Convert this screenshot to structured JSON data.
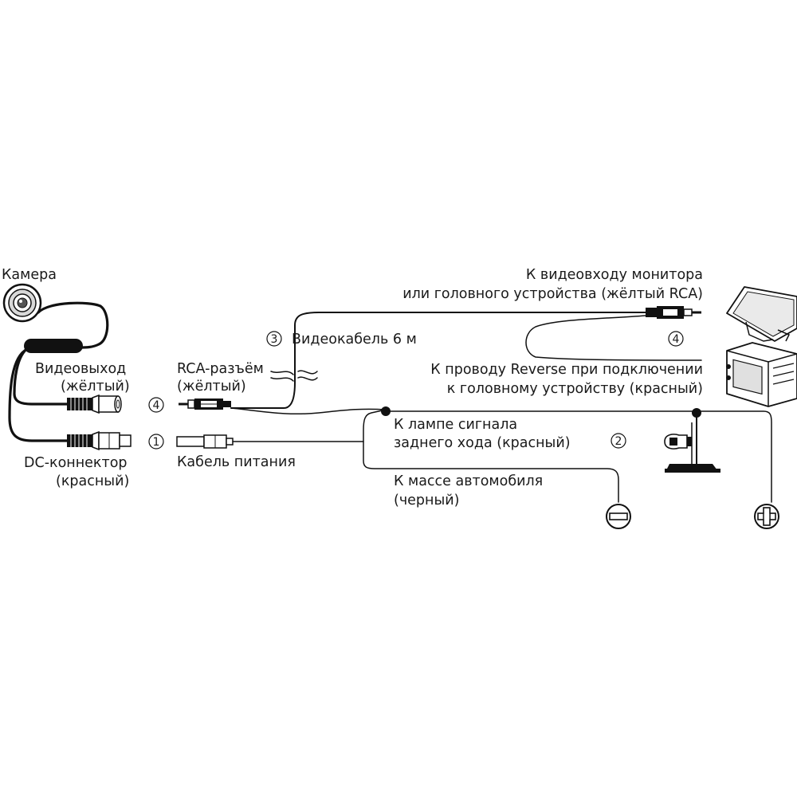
{
  "labels": {
    "camera": "Камера",
    "video_out_1": "Видеовыход",
    "video_out_2": "(жёлтый)",
    "dc_connector_1": "DC-коннектор",
    "dc_connector_2": "(красный)",
    "rca_connector_1": "RCA-разъём",
    "rca_connector_2": "(жёлтый)",
    "power_cable": "Кабель питания",
    "video_cable": "Видеокабель 6 м",
    "monitor_input_1": "К видеовходу монитора",
    "monitor_input_2": "или головного устройства (жёлтый RCA)",
    "reverse_wire_1": "К проводу Reverse при подключении",
    "reverse_wire_2": "к головному устройству (красный)",
    "reverse_lamp_1": "К лампе сигнала",
    "reverse_lamp_2": "заднего хода (красный)",
    "ground_1": "К массе автомобиля",
    "ground_2": "(черный)"
  },
  "markers": {
    "n1": "1",
    "n2": "2",
    "n3": "3",
    "n4_left": "4",
    "n4_right": "4"
  },
  "colors": {
    "line": "#111111",
    "text": "#1a1a1a",
    "background": "#ffffff"
  }
}
